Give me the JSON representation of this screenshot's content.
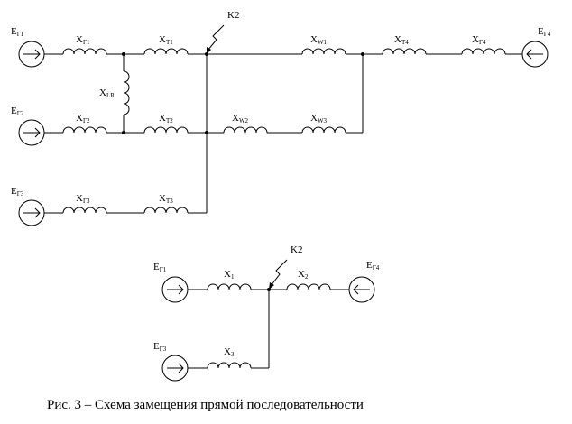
{
  "diagram": {
    "top": {
      "sources": [
        {
          "main": "E",
          "sub": "Г1"
        },
        {
          "main": "E",
          "sub": "Г2"
        },
        {
          "main": "E",
          "sub": "Г3"
        },
        {
          "main": "E",
          "sub": "Г4"
        }
      ],
      "elements": {
        "xg1": {
          "main": "X",
          "sub": "Г1"
        },
        "xt1": {
          "main": "X",
          "sub": "T1"
        },
        "xlr": {
          "main": "X",
          "sub": "LR"
        },
        "xg2": {
          "main": "X",
          "sub": "Г2"
        },
        "xt2": {
          "main": "X",
          "sub": "T2"
        },
        "xg3": {
          "main": "X",
          "sub": "Г3"
        },
        "xt3": {
          "main": "X",
          "sub": "T3"
        },
        "xw1": {
          "main": "X",
          "sub": "W1"
        },
        "xw2": {
          "main": "X",
          "sub": "W2"
        },
        "xw3": {
          "main": "X",
          "sub": "W3"
        },
        "xt4": {
          "main": "X",
          "sub": "T4"
        },
        "xg4": {
          "main": "X",
          "sub": "Г4"
        }
      },
      "fault": "K2"
    },
    "bottom": {
      "sources": [
        {
          "main": "E",
          "sub": "Г1"
        },
        {
          "main": "E",
          "sub": "Г4"
        },
        {
          "main": "E",
          "sub": "Г3"
        }
      ],
      "elements": {
        "x1": {
          "main": "X",
          "sub": "1"
        },
        "x2": {
          "main": "X",
          "sub": "2"
        },
        "x3": {
          "main": "X",
          "sub": "3"
        }
      },
      "fault": "K2"
    },
    "caption": "Рис. 3 – Схема замещения прямой последовательности"
  }
}
